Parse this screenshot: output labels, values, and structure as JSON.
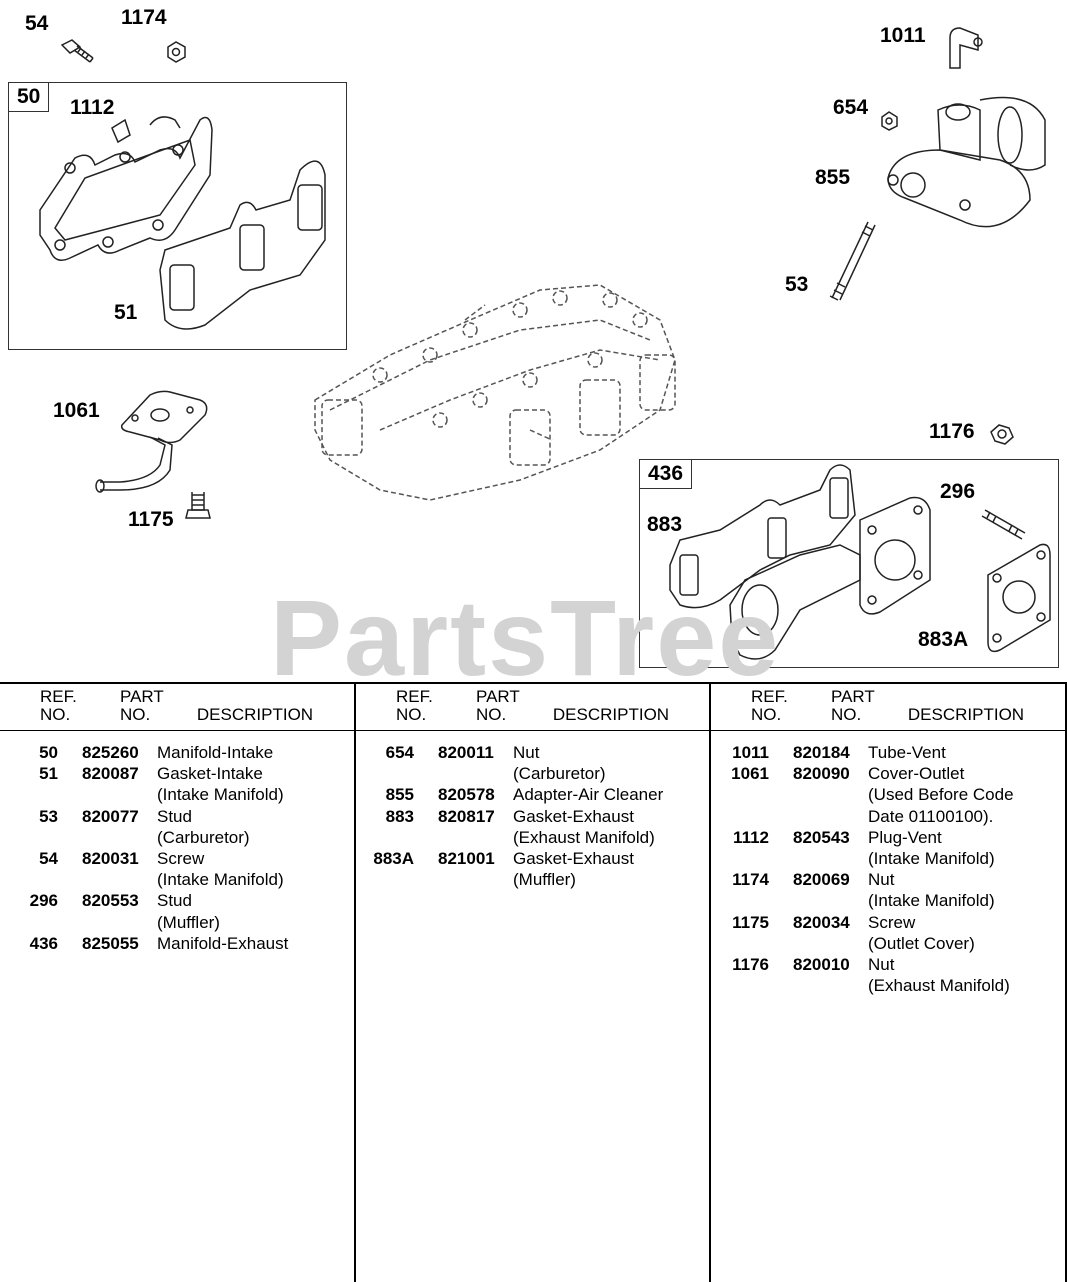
{
  "callouts": [
    {
      "id": "54",
      "label": "54"
    },
    {
      "id": "1174",
      "label": "1174"
    },
    {
      "id": "1011",
      "label": "1011"
    },
    {
      "id": "50",
      "label": "50"
    },
    {
      "id": "1112",
      "label": "1112"
    },
    {
      "id": "654",
      "label": "654"
    },
    {
      "id": "855",
      "label": "855"
    },
    {
      "id": "51",
      "label": "51"
    },
    {
      "id": "53",
      "label": "53"
    },
    {
      "id": "1061",
      "label": "1061"
    },
    {
      "id": "1176",
      "label": "1176"
    },
    {
      "id": "1175",
      "label": "1175"
    },
    {
      "id": "436",
      "label": "436"
    },
    {
      "id": "296",
      "label": "296"
    },
    {
      "id": "883",
      "label": "883"
    },
    {
      "id": "883A",
      "label": "883A"
    }
  ],
  "watermark": "PartsTree",
  "table": {
    "headers": {
      "ref_line1": "REF.",
      "ref_line2": "NO.",
      "part_line1": "PART",
      "part_line2": "NO.",
      "desc": "DESCRIPTION"
    },
    "columns": [
      [
        {
          "ref": "50",
          "part": "825260",
          "desc": "Manifold-Intake"
        },
        {
          "ref": "51",
          "part": "820087",
          "desc": "Gasket-Intake"
        },
        {
          "ref": "",
          "part": "",
          "desc": "(Intake Manifold)"
        },
        {
          "ref": "53",
          "part": "820077",
          "desc": "Stud"
        },
        {
          "ref": "",
          "part": "",
          "desc": "(Carburetor)"
        },
        {
          "ref": "54",
          "part": "820031",
          "desc": "Screw"
        },
        {
          "ref": "",
          "part": "",
          "desc": "(Intake Manifold)"
        },
        {
          "ref": "296",
          "part": "820553",
          "desc": "Stud"
        },
        {
          "ref": "",
          "part": "",
          "desc": "(Muffler)"
        },
        {
          "ref": "436",
          "part": "825055",
          "desc": "Manifold-Exhaust"
        }
      ],
      [
        {
          "ref": "654",
          "part": "820011",
          "desc": "Nut"
        },
        {
          "ref": "",
          "part": "",
          "desc": "(Carburetor)"
        },
        {
          "ref": "855",
          "part": "820578",
          "desc": "Adapter-Air Cleaner"
        },
        {
          "ref": "883",
          "part": "820817",
          "desc": "Gasket-Exhaust"
        },
        {
          "ref": "",
          "part": "",
          "desc": "(Exhaust Manifold)"
        },
        {
          "ref": "883A",
          "part": "821001",
          "desc": "Gasket-Exhaust"
        },
        {
          "ref": "",
          "part": "",
          "desc": "(Muffler)"
        }
      ],
      [
        {
          "ref": "1011",
          "part": "820184",
          "desc": "Tube-Vent"
        },
        {
          "ref": "1061",
          "part": "820090",
          "desc": "Cover-Outlet"
        },
        {
          "ref": "",
          "part": "",
          "desc": "(Used Before Code"
        },
        {
          "ref": "",
          "part": "",
          "desc": "Date 01100100)."
        },
        {
          "ref": "1112",
          "part": "820543",
          "desc": "Plug-Vent"
        },
        {
          "ref": "",
          "part": "",
          "desc": "(Intake Manifold)"
        },
        {
          "ref": "1174",
          "part": "820069",
          "desc": "Nut"
        },
        {
          "ref": "",
          "part": "",
          "desc": "(Intake Manifold)"
        },
        {
          "ref": "1175",
          "part": "820034",
          "desc": "Screw"
        },
        {
          "ref": "",
          "part": "",
          "desc": "(Outlet Cover)"
        },
        {
          "ref": "1176",
          "part": "820010",
          "desc": "Nut"
        },
        {
          "ref": "",
          "part": "",
          "desc": "(Exhaust Manifold)"
        }
      ]
    ]
  }
}
